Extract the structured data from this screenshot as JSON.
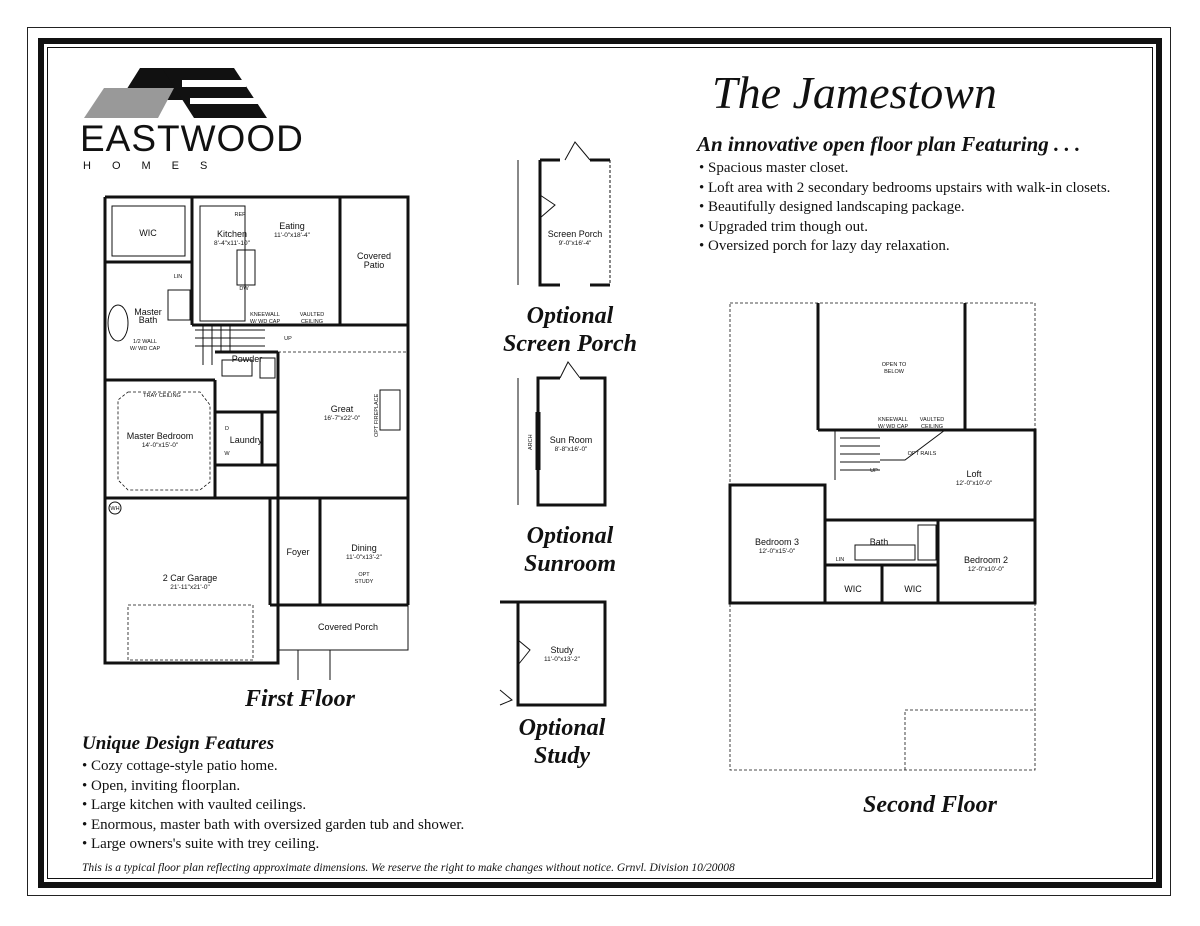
{
  "logo": {
    "word": "EASTWOOD",
    "sub": "HOMES"
  },
  "title": "The Jamestown",
  "subtitle": "An innovative open floor plan Featuring . . .",
  "features": [
    "Spacious master closet.",
    "Loft area with 2 secondary bedrooms upstairs with walk-in closets.",
    "Beautifully designed landscaping package.",
    "Upgraded trim though out.",
    "Oversized porch for lazy day relaxation."
  ],
  "unique_title": "Unique Design Features",
  "unique_features": [
    "Cozy cottage-style patio home.",
    "Open, inviting floorplan.",
    "Large kitchen with vaulted ceilings.",
    "Enormous, master bath with oversized garden tub and shower.",
    "Large owners's suite with trey ceiling."
  ],
  "disclaimer": "This is a typical floor plan reflecting approximate dimensions.  We reserve the right to make changes without notice. Grnvl. Division 10/20008",
  "captions": {
    "first_floor": "First Floor",
    "second_floor": "Second Floor",
    "screen_porch_1": "Optional",
    "screen_porch_2": "Screen Porch",
    "sunroom_1": "Optional",
    "sunroom_2": "Sunroom",
    "study_1": "Optional",
    "study_2": "Study"
  },
  "first_floor": {
    "wic": "WIC",
    "kitchen": "Kitchen",
    "kitchen_dim": "8'-4\"x11'-10\"",
    "eating": "Eating",
    "eating_dim": "11'-0\"x18'-4\"",
    "covered_patio_1": "Covered",
    "covered_patio_2": "Patio",
    "ref": "REF",
    "dw": "DW",
    "lin": "LIN",
    "master_bath_1": "Master",
    "master_bath_2": "Bath",
    "half_wall_1": "1/2 WALL",
    "half_wall_2": "W/ WD CAP",
    "kneewall_1": "KNEEWALL",
    "kneewall_2": "W/ WD CAP",
    "vaulted_1": "VAULTED",
    "vaulted_2": "CEILING",
    "up": "UP",
    "powder": "Powder",
    "tray_ceiling": "TRAY CEILING",
    "master_bedroom": "Master Bedroom",
    "master_bedroom_dim": "14'-0\"x15'-0\"",
    "laundry": "Laundry",
    "d": "D",
    "w": "W",
    "great": "Great",
    "great_dim": "16'-7\"x22'-0\"",
    "opt_fireplace": "OPT FIREPLACE",
    "wh": "WH",
    "garage": "2 Car Garage",
    "garage_dim": "21'-11\"x21'-0\"",
    "foyer": "Foyer",
    "dining": "Dining",
    "dining_dim": "11'-0\"x13'-2\"",
    "opt_study_1": "OPT",
    "opt_study_2": "STUDY",
    "covered_porch": "Covered Porch"
  },
  "screen_porch": {
    "label": "Screen Porch",
    "dim": "9'-0\"x16'-4\""
  },
  "sunroom": {
    "label": "Sun Room",
    "dim": "8'-8\"x16'-0\"",
    "arch": "ARCH"
  },
  "study": {
    "label": "Study",
    "dim": "11'-0\"x13'-2\""
  },
  "second_floor": {
    "open_to_below_1": "OPEN TO",
    "open_to_below_2": "BELOW",
    "kneewall_1": "KNEEWALL",
    "kneewall_2": "W/ WD CAP",
    "vaulted_1": "VAULTED",
    "vaulted_2": "CEILING",
    "opt_rails": "OPT RAILS",
    "up": "UP",
    "loft": "Loft",
    "loft_dim": "12'-0\"x10'-0\"",
    "bedroom3": "Bedroom 3",
    "bedroom3_dim": "12'-0\"x15'-0\"",
    "bath": "Bath",
    "lin": "LIN",
    "bedroom2": "Bedroom 2",
    "bedroom2_dim": "12'-0\"x10'-0\"",
    "wic_a": "WIC",
    "wic_b": "WIC"
  }
}
